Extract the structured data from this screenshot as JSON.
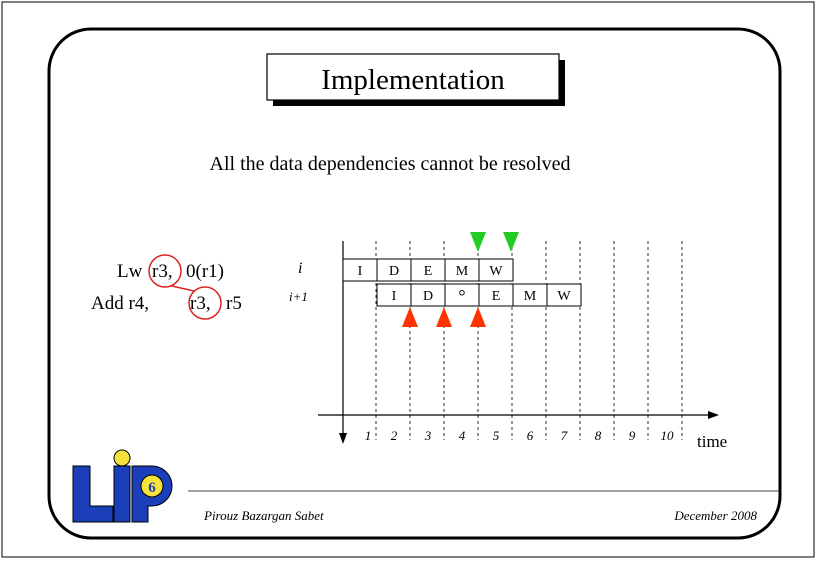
{
  "slide": {
    "title": "Implementation",
    "subtitle": "All the data dependencies cannot be resolved",
    "footer_author": "Pirouz Bazargan Sabet",
    "footer_date": "December 2008",
    "logo_letters": "LIP",
    "logo_number": "6"
  },
  "code": {
    "line1": {
      "op": "Lw",
      "reg1": "r3,",
      "rest": "0(r1)"
    },
    "line2": {
      "op": "Add r4,",
      "reg1": "r3,",
      "rest": "r5"
    }
  },
  "pipeline": {
    "row_labels": [
      "i",
      "i+1"
    ],
    "row_i_stages": [
      "I",
      "D",
      "E",
      "M",
      "W"
    ],
    "row_i1_stages": [
      "I",
      "D",
      "°",
      "E",
      "M",
      "W"
    ],
    "time_ticks": [
      "1",
      "2",
      "3",
      "4",
      "5",
      "6",
      "7",
      "8",
      "9",
      "10"
    ],
    "time_label": "time"
  },
  "colors": {
    "green_arrow": "#22cc22",
    "red_arrow": "#ff3300",
    "highlight_circle": "#dd2222",
    "logo_blue": "#1a3fb8",
    "logo_yellow": "#f5e23a"
  }
}
